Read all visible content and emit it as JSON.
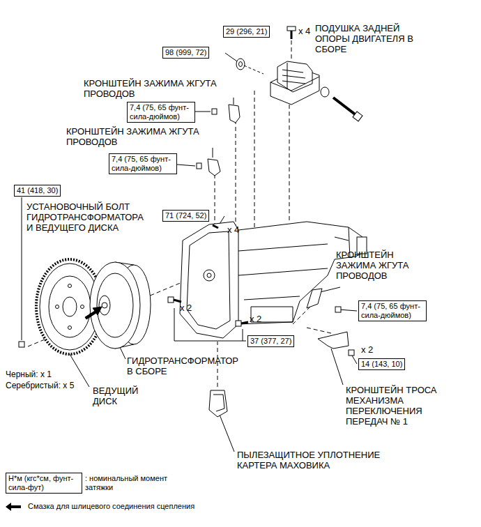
{
  "diagram": {
    "nodes": [
      {
        "text": [
          "29 (296, 21)"
        ]
      },
      {
        "text": [
          "98 (999, 72)"
        ]
      },
      {
        "text": [
          "7,4 (75, 65 фунт-сила-дюймов)"
        ]
      },
      {
        "text": [
          "7,4 (75, 65 фунт-сила-дюймов)"
        ]
      },
      {
        "text": [
          "41 (418, 30)"
        ]
      },
      {
        "text": [
          "71 (724, 52)"
        ]
      },
      {
        "text": [
          "7,4 (75, 65 фунт-сила-дюймов)"
        ]
      },
      {
        "text": [
          "37 (377, 27)"
        ]
      },
      {
        "text": [
          "14 (143, 10)"
        ]
      },
      {
        "text": [
          "Н*м (кгс*см, фунт-сила-фут)"
        ]
      }
    ],
    "labels": [
      "x 4",
      "ПОДУШКА ЗАДНЕЙ ОПОРЫ ДВИГАТЕЛЯ В СБОРЕ",
      "КРОНШТЕЙН ЗАЖИМА ЖГУТА ПРОВОДОВ",
      "КРОНШТЕЙН ЗАЖИМА ЖГУТА ПРОВОДОВ",
      "УСТАНОВОЧНЫЙ БОЛТ ГИДРОТРАНСФОРМАТОРА И ВЕДУЩЕГО ДИСКА",
      "x 4",
      "КРОНШТЕЙН ЗАЖИМА ЖГУТА ПРОВОДОВ",
      "x 2",
      "x 2",
      "x 2",
      "ГИДРОТРАНСФОРМАТОР В СБОРЕ",
      "Черный: x 1",
      "Серебристый: x 5",
      "ВЕДУЩИЙ ДИСК",
      "КРОНШТЕЙН ТРОСА МЕХАНИЗМА ПЕРЕКЛЮЧЕНИЯ ПЕРЕДАЧ № 1",
      "ПЫЛЕЗАЩИТНОЕ УПЛОТНЕНИЕ КАРТЕРА МАХОВИКА"
    ],
    "legend": [
      {
        "text": ": номинальный момент затяжки"
      },
      {
        "text": "Смазка для шлицевого соединения сцепления"
      }
    ]
  }
}
